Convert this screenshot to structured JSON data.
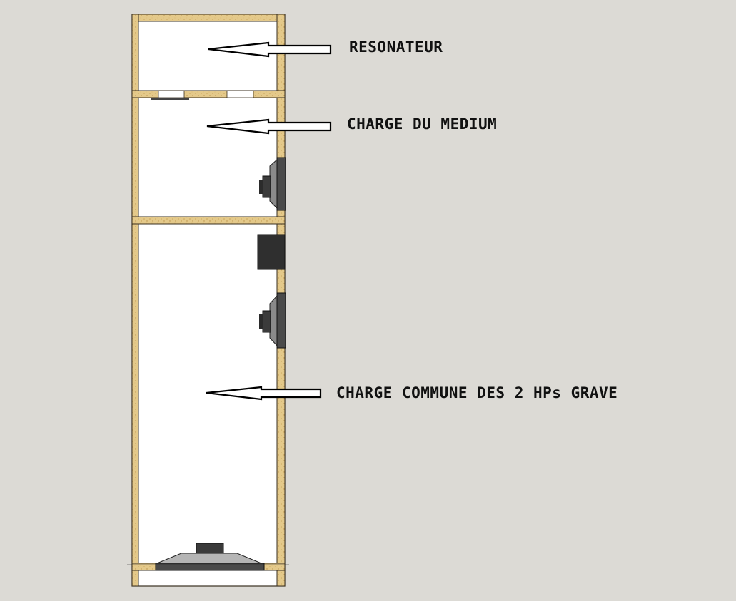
{
  "labels": {
    "resonateur": "RESONATEUR",
    "charge_medium": "CHARGE DU MEDIUM",
    "charge_grave": "CHARGE COMMUNE DES 2 HPs GRAVE"
  },
  "colors": {
    "background": "#dcdad5",
    "wood": "#e4c98a",
    "wood_edge": "#3a3020",
    "interior": "#ffffff",
    "driver": "#4a4a4a",
    "driver_dark": "#2b2b2b",
    "cone": "#b5b5b5"
  }
}
